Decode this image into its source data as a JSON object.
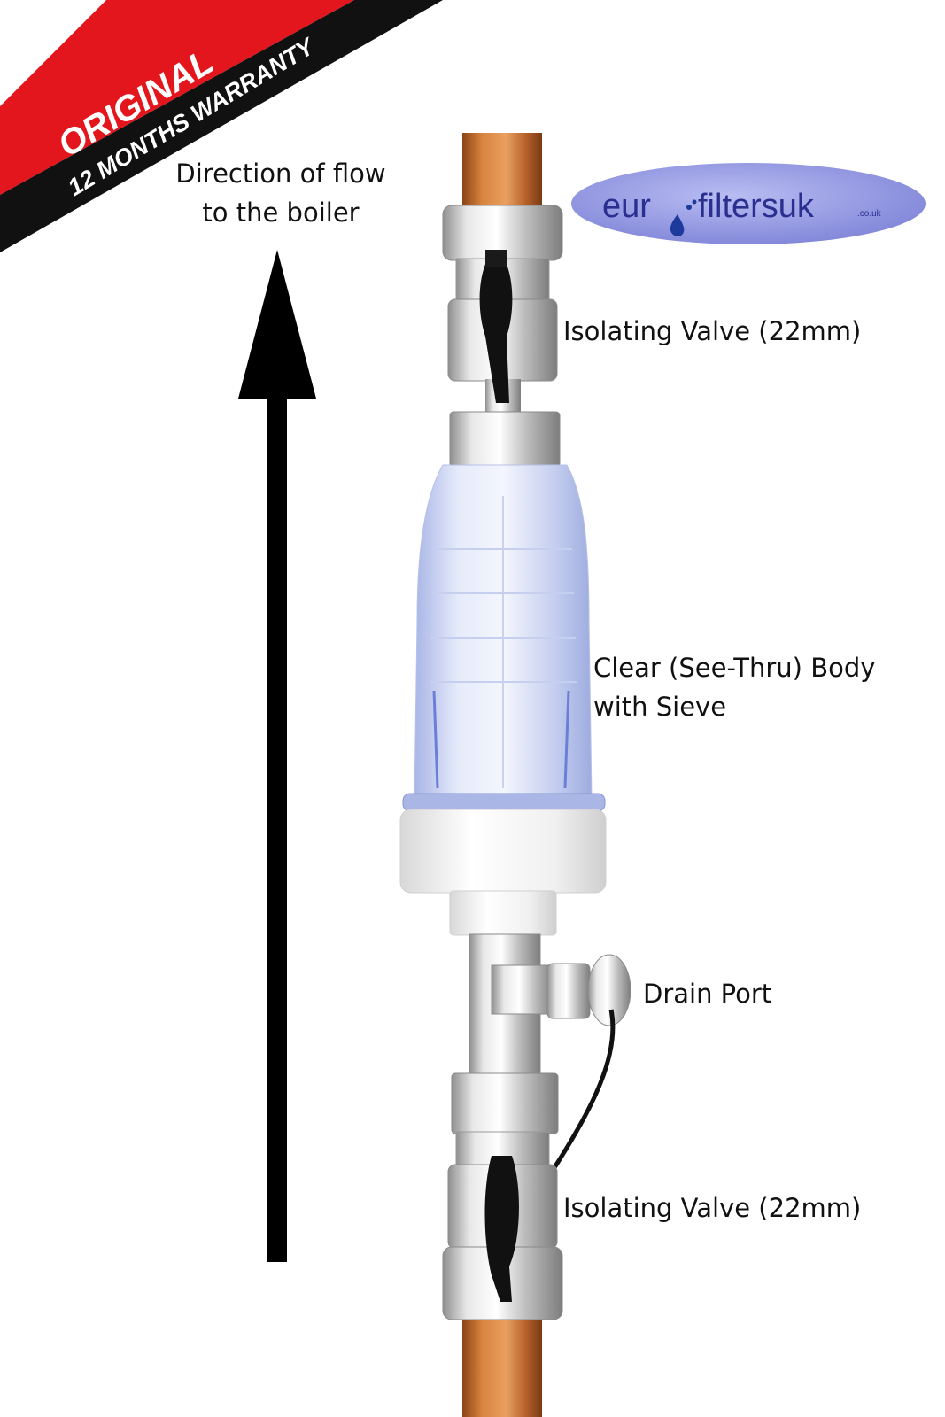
{
  "banner": {
    "line1": "ORIGINAL",
    "line2": "12 MONTHS WARRANTY",
    "colors": {
      "red": "#e3161d",
      "black": "#111111",
      "text": "#ffffff"
    }
  },
  "flow_caption": {
    "line1": "Direction of flow",
    "line2": "to the boiler"
  },
  "logo": {
    "text_left": "eur",
    "text_right": "filtersuk",
    "suffix": ".co.uk",
    "colors": {
      "ellipse": "#8a8fe0",
      "text": "#2a2f8f",
      "drop": "#1e3a9a"
    }
  },
  "labels": {
    "valve_top": "Isolating Valve (22mm)",
    "body_line1": "Clear (See-Thru) Body",
    "body_line2": "with Sieve",
    "drain": "Drain Port",
    "valve_bottom": "Isolating Valve (22mm)"
  },
  "colors": {
    "copper": "#c06a2e",
    "chrome": "#c9c9c9",
    "clear_body": "#cfd8f2",
    "white_cap": "#f2f2f2",
    "arrow": "#000000"
  }
}
